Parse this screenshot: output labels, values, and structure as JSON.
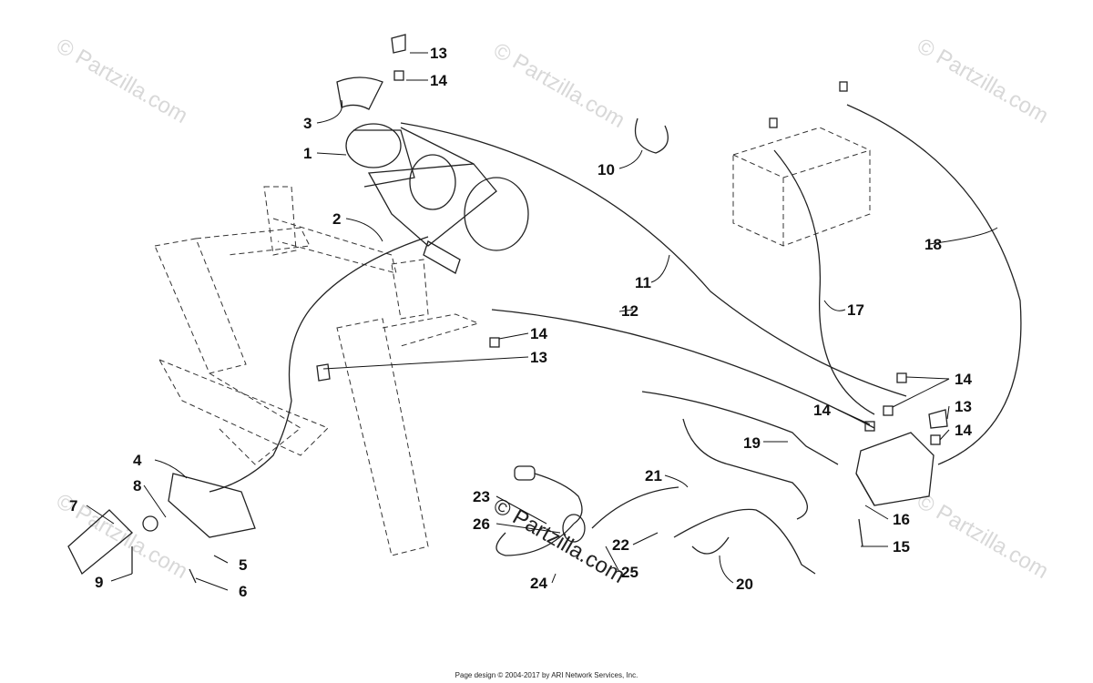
{
  "watermark": "© Partzilla.com",
  "footer": "Page design © 2004-2017 by ARI Network Services, Inc.",
  "callouts": {
    "c1": "1",
    "c2": "2",
    "c3": "3",
    "c4": "4",
    "c5": "5",
    "c6": "6",
    "c7": "7",
    "c8": "8",
    "c9": "9",
    "c10": "10",
    "c11": "11",
    "c12": "12",
    "c13a": "13",
    "c13b": "13",
    "c13c": "13",
    "c14a": "14",
    "c14b": "14",
    "c14c": "14",
    "c14d": "14",
    "c14e": "14",
    "c15": "15",
    "c16": "16",
    "c17": "17",
    "c18": "18",
    "c19": "19",
    "c20": "20",
    "c21": "21",
    "c22": "22",
    "c23": "23",
    "c24": "24",
    "c25": "25",
    "c26": "26"
  }
}
